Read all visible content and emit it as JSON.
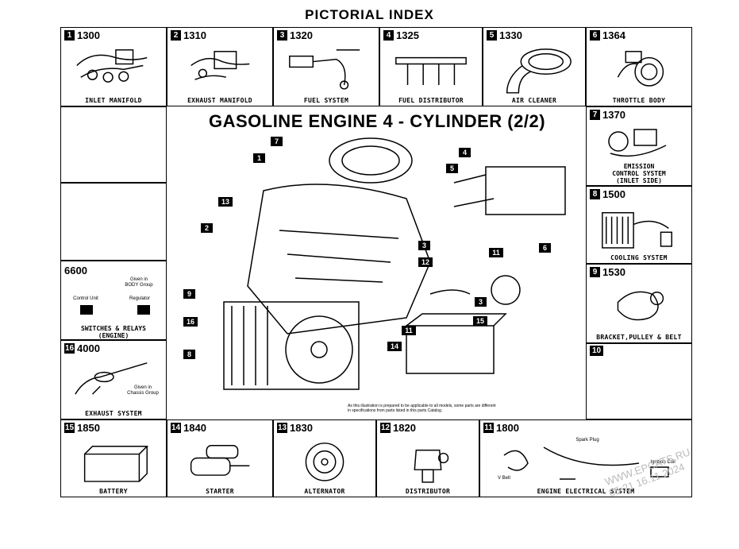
{
  "page_title": "PICTORIAL INDEX",
  "main_title": "GASOLINE ENGINE 4 - CYLINDER (2/2)",
  "top_row": [
    {
      "num": "1",
      "code": "1300",
      "label": "INLET MANIFOLD"
    },
    {
      "num": "2",
      "code": "1310",
      "label": "EXHAUST MANIFOLD"
    },
    {
      "num": "3",
      "code": "1320",
      "label": "FUEL SYSTEM"
    },
    {
      "num": "4",
      "code": "1325",
      "label": "FUEL DISTRIBUTOR"
    },
    {
      "num": "5",
      "code": "1330",
      "label": "AIR CLEANER"
    },
    {
      "num": "6",
      "code": "1364",
      "label": "THROTTLE BODY"
    }
  ],
  "right_col": [
    {
      "num": "7",
      "code": "1370",
      "label_line1": "EMISSION",
      "label_line2": "CONTROL SYSTEM",
      "label_line3": "(INLET SIDE)"
    },
    {
      "num": "8",
      "code": "1500",
      "label": "COOLING SYSTEM"
    },
    {
      "num": "9",
      "code": "1530",
      "label": "BRACKET,PULLEY & BELT"
    },
    {
      "num": "10",
      "code": ""
    }
  ],
  "left_col": {
    "switches": {
      "code": "6600",
      "note_line1": "Given in",
      "note_line2": "BODY Group",
      "control_unit": "Control Unit",
      "regulator": "Regulator",
      "label_line1": "SWITCHES & RELAYS",
      "label_line2": "(ENGINE)"
    },
    "exhaust": {
      "num": "16",
      "code": "4000",
      "note_line1": "Given in",
      "note_line2": "Chassis Group",
      "label": "EXHAUST SYSTEM"
    }
  },
  "bottom_row": [
    {
      "num": "15",
      "code": "1850",
      "label": "BATTERY"
    },
    {
      "num": "14",
      "code": "1840",
      "label": "STARTER"
    },
    {
      "num": "13",
      "code": "1830",
      "label": "ALTERNATOR"
    },
    {
      "num": "12",
      "code": "1820",
      "label": "DISTRIBUTOR"
    },
    {
      "num": "11",
      "code": "1800",
      "label": "ENGINE ELECTRICAL SYSTEM",
      "spark_plug": "Spark Plug",
      "ignition_coil": "Ignition Coil",
      "v_belt": "V Belt"
    }
  ],
  "callouts": {
    "c7": "7",
    "c1": "1",
    "c13": "13",
    "c2": "2",
    "c9": "9",
    "c16": "16",
    "c8": "8",
    "c5": "5",
    "c4": "4",
    "c6": "6",
    "c3a": "3",
    "c12": "12",
    "c11a": "11",
    "c3b": "3",
    "c15": "15",
    "c11b": "11",
    "c14": "14"
  },
  "footnote_line1": "As this illustration is prepared to be applicable to all models, some parts are different",
  "footnote_line2": "in specifications from parts listed in this parts Catalog.",
  "watermark_line1": "WWW.EPCATS.RU",
  "watermark_line2": "05:21 16.11.2024"
}
